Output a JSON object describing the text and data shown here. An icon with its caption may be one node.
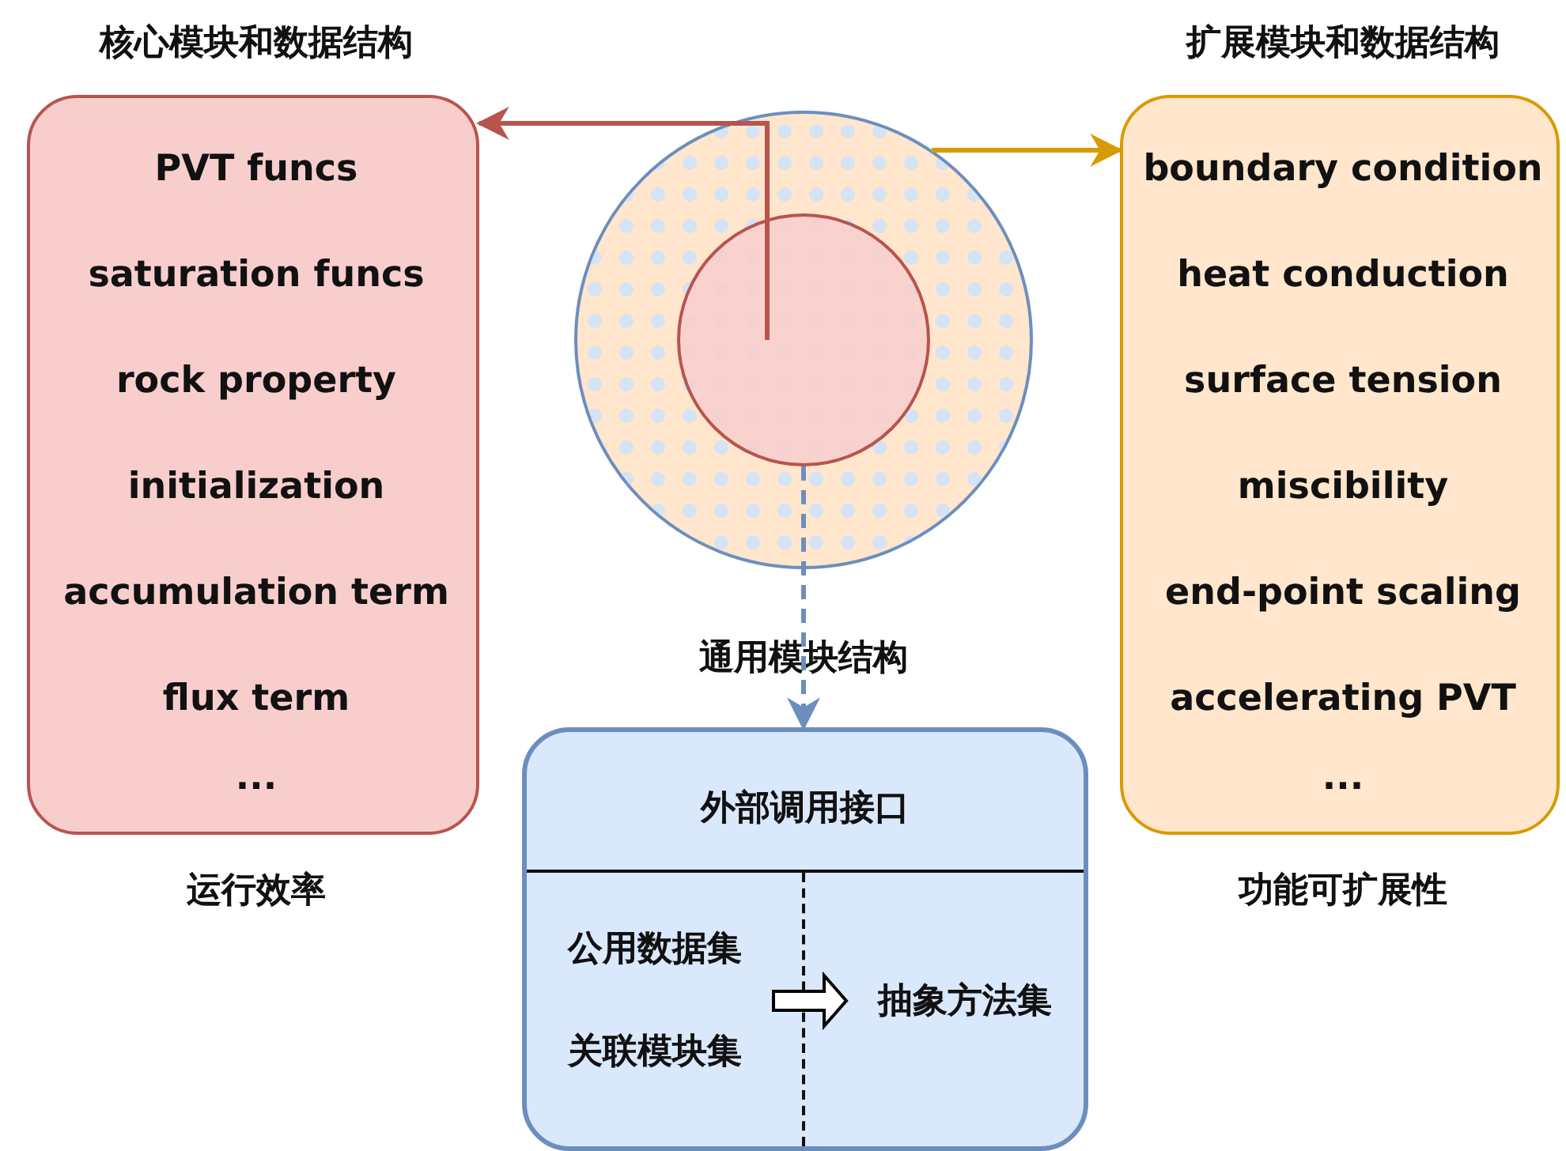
{
  "diagram": {
    "nodes": [
      {
        "text": [
          "核心模块和数据结构",
          "PVT funcs",
          "saturation funcs",
          "rock property",
          "initialization",
          "accumulation term",
          "flux term",
          "..."
        ],
        "beside": [
          "运行效率"
        ]
      },
      {
        "text": [
          "通用模块结构"
        ]
      },
      {
        "text": [],
        "shape": "circle",
        "in": 1
      },
      {
        "text": [
          "扩展模块和数据结构",
          "boundary condition",
          "heat conduction",
          "surface tension",
          "miscibility",
          "end-point scaling",
          "accelerating PVT",
          "..."
        ],
        "beside": [
          "功能可扩展性"
        ]
      },
      {
        "text": [
          "外部调用接口"
        ]
      },
      {
        "text": [
          "公用数据集"
        ],
        "in": 4
      },
      {
        "text": [
          "关联模块集"
        ],
        "in": 4
      },
      {
        "text": [
          "抽象方法集"
        ],
        "in": 4
      }
    ],
    "edges": [
      {
        "from": 2,
        "to": 0,
        "arrow": "to",
        "color": "#b85450"
      },
      {
        "from": 1,
        "to": 3,
        "arrow": "to",
        "color": "#d79b00"
      },
      {
        "from": 2,
        "to": 4,
        "arrow": "to",
        "style": "dashed",
        "color": "#6c8ebf"
      },
      {
        "from": 5,
        "to": 7,
        "arrow": "to",
        "color": "#000000"
      },
      {
        "from": 6,
        "to": 7,
        "arrow": "to",
        "color": "#000000"
      }
    ]
  }
}
